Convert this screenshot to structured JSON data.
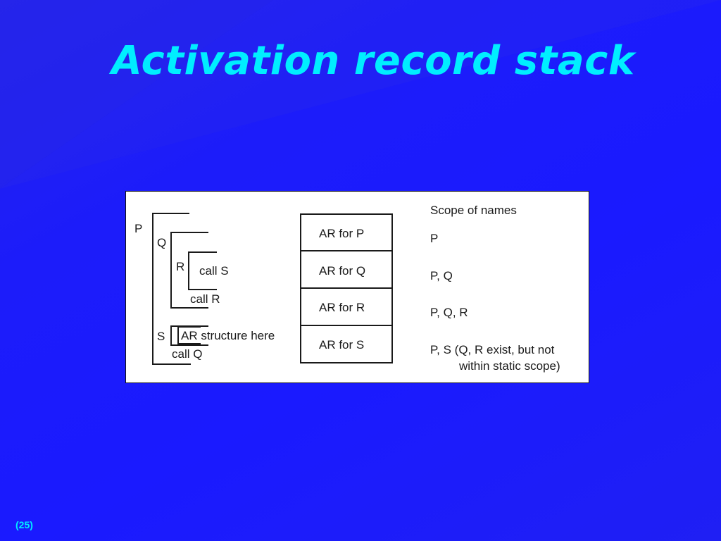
{
  "slide": {
    "title": "Activation record stack",
    "number": "(25)"
  },
  "colors": {
    "background": "#1a1aff",
    "title": "#00eeff",
    "figure_background": "#ffffff",
    "figure_ink": "#1a1a1a"
  },
  "diagram": {
    "program_labels": {
      "p": "P",
      "q": "Q",
      "r": "R",
      "s": "S"
    },
    "statements": {
      "call_s": "call S",
      "call_r": "call R",
      "call_q": "call Q",
      "ar_structure": "AR structure here"
    },
    "stack": [
      {
        "label": "AR for P"
      },
      {
        "label": "AR for Q"
      },
      {
        "label": "AR for R"
      },
      {
        "label": "AR for S"
      }
    ],
    "scope": {
      "header": "Scope of names",
      "rows": [
        {
          "line1": "P",
          "line2": ""
        },
        {
          "line1": "P, Q",
          "line2": ""
        },
        {
          "line1": "P, Q, R",
          "line2": ""
        },
        {
          "line1": "P, S (Q, R exist, but not",
          "line2": "within static scope)"
        }
      ]
    }
  }
}
